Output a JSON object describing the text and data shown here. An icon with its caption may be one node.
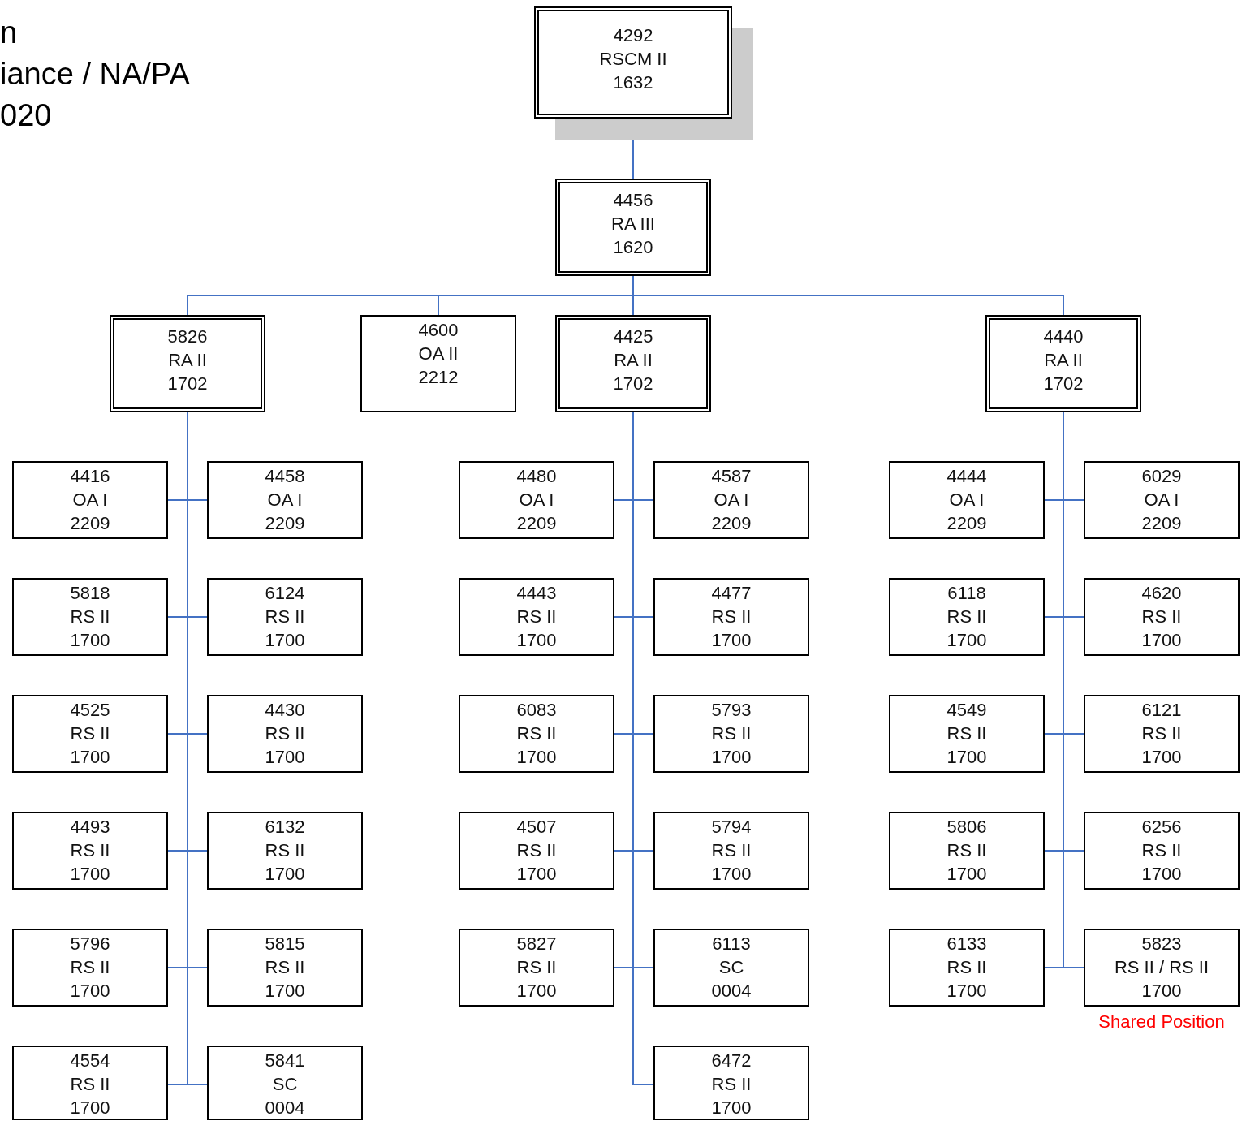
{
  "diagram": {
    "nodes": [
      {
        "text": [
          "4292",
          "RSCM II",
          "1632"
        ]
      },
      {
        "text": [
          "4456",
          "RA III",
          "1620"
        ]
      },
      {
        "text": [
          "5826",
          "RA II",
          "1702"
        ]
      },
      {
        "text": [
          "4600",
          "OA II",
          "2212"
        ]
      },
      {
        "text": [
          "4425",
          "RA II",
          "1702"
        ]
      },
      {
        "text": [
          "4440",
          "RA II",
          "1702"
        ]
      },
      {
        "text": [
          "4416",
          "OA I",
          "2209"
        ]
      },
      {
        "text": [
          "4458",
          "OA I",
          "2209"
        ]
      },
      {
        "text": [
          "5818",
          "RS II",
          "1700"
        ]
      },
      {
        "text": [
          "6124",
          "RS II",
          "1700"
        ]
      },
      {
        "text": [
          "4525",
          "RS II",
          "1700"
        ]
      },
      {
        "text": [
          "4430",
          "RS II",
          "1700"
        ]
      },
      {
        "text": [
          "4493",
          "RS II",
          "1700"
        ]
      },
      {
        "text": [
          "6132",
          "RS II",
          "1700"
        ]
      },
      {
        "text": [
          "5796",
          "RS II",
          "1700"
        ]
      },
      {
        "text": [
          "5815",
          "RS II",
          "1700"
        ]
      },
      {
        "text": [
          "4554",
          "RS II",
          "1700"
        ]
      },
      {
        "text": [
          "5841",
          "SC",
          "0004"
        ]
      },
      {
        "text": [
          "4480",
          "OA I",
          "2209"
        ]
      },
      {
        "text": [
          "4587",
          "OA I",
          "2209"
        ]
      },
      {
        "text": [
          "4443",
          "RS II",
          "1700"
        ]
      },
      {
        "text": [
          "4477",
          "RS II",
          "1700"
        ]
      },
      {
        "text": [
          "6083",
          "RS II",
          "1700"
        ]
      },
      {
        "text": [
          "5793",
          "RS II",
          "1700"
        ]
      },
      {
        "text": [
          "4507",
          "RS II",
          "1700"
        ]
      },
      {
        "text": [
          "5794",
          "RS II",
          "1700"
        ]
      },
      {
        "text": [
          "5827",
          "RS II",
          "1700"
        ]
      },
      {
        "text": [
          "6113",
          "SC",
          "0004"
        ]
      },
      {
        "text": [
          "6472",
          "RS II",
          "1700"
        ]
      },
      {
        "text": [
          "4444",
          "OA I",
          "2209"
        ]
      },
      {
        "text": [
          "6029",
          "OA I",
          "2209"
        ]
      },
      {
        "text": [
          "6118",
          "RS II",
          "1700"
        ]
      },
      {
        "text": [
          "4620",
          "RS II",
          "1700"
        ]
      },
      {
        "text": [
          "4549",
          "RS II",
          "1700"
        ]
      },
      {
        "text": [
          "6121",
          "RS II",
          "1700"
        ]
      },
      {
        "text": [
          "5806",
          "RS II",
          "1700"
        ]
      },
      {
        "text": [
          "6256",
          "RS II",
          "1700"
        ]
      },
      {
        "text": [
          "6133",
          "RS II",
          "1700"
        ]
      },
      {
        "text": [
          "5823",
          "RS II / RS II",
          "1700"
        ],
        "beside": [
          "Shared Position"
        ]
      }
    ],
    "edges": [
      {
        "from": 0,
        "to": 1,
        "arrow": "none"
      },
      {
        "from": 1,
        "to": 2,
        "arrow": "none"
      },
      {
        "from": 1,
        "to": 3,
        "arrow": "none"
      },
      {
        "from": 1,
        "to": 4,
        "arrow": "none"
      },
      {
        "from": 1,
        "to": 5,
        "arrow": "none"
      },
      {
        "from": 2,
        "to": 6,
        "arrow": "none"
      },
      {
        "from": 2,
        "to": 7,
        "arrow": "none"
      },
      {
        "from": 2,
        "to": 8,
        "arrow": "none"
      },
      {
        "from": 2,
        "to": 9,
        "arrow": "none"
      },
      {
        "from": 2,
        "to": 10,
        "arrow": "none"
      },
      {
        "from": 2,
        "to": 11,
        "arrow": "none"
      },
      {
        "from": 2,
        "to": 12,
        "arrow": "none"
      },
      {
        "from": 2,
        "to": 13,
        "arrow": "none"
      },
      {
        "from": 2,
        "to": 14,
        "arrow": "none"
      },
      {
        "from": 2,
        "to": 15,
        "arrow": "none"
      },
      {
        "from": 2,
        "to": 16,
        "arrow": "none"
      },
      {
        "from": 2,
        "to": 17,
        "arrow": "none"
      },
      {
        "from": 4,
        "to": 18,
        "arrow": "none"
      },
      {
        "from": 4,
        "to": 19,
        "arrow": "none"
      },
      {
        "from": 4,
        "to": 20,
        "arrow": "none"
      },
      {
        "from": 4,
        "to": 21,
        "arrow": "none"
      },
      {
        "from": 4,
        "to": 22,
        "arrow": "none"
      },
      {
        "from": 4,
        "to": 23,
        "arrow": "none"
      },
      {
        "from": 4,
        "to": 24,
        "arrow": "none"
      },
      {
        "from": 4,
        "to": 25,
        "arrow": "none"
      },
      {
        "from": 4,
        "to": 26,
        "arrow": "none"
      },
      {
        "from": 4,
        "to": 27,
        "arrow": "none"
      },
      {
        "from": 4,
        "to": 28,
        "arrow": "none"
      },
      {
        "from": 5,
        "to": 29,
        "arrow": "none"
      },
      {
        "from": 5,
        "to": 30,
        "arrow": "none"
      },
      {
        "from": 5,
        "to": 31,
        "arrow": "none"
      },
      {
        "from": 5,
        "to": 32,
        "arrow": "none"
      },
      {
        "from": 5,
        "to": 33,
        "arrow": "none"
      },
      {
        "from": 5,
        "to": 34,
        "arrow": "none"
      },
      {
        "from": 5,
        "to": 35,
        "arrow": "none"
      },
      {
        "from": 5,
        "to": 36,
        "arrow": "none"
      },
      {
        "from": 5,
        "to": 37,
        "arrow": "none"
      },
      {
        "from": 5,
        "to": 38,
        "arrow": "none"
      }
    ],
    "labels": [
      "n",
      "iance / NA/PA",
      "020"
    ]
  }
}
